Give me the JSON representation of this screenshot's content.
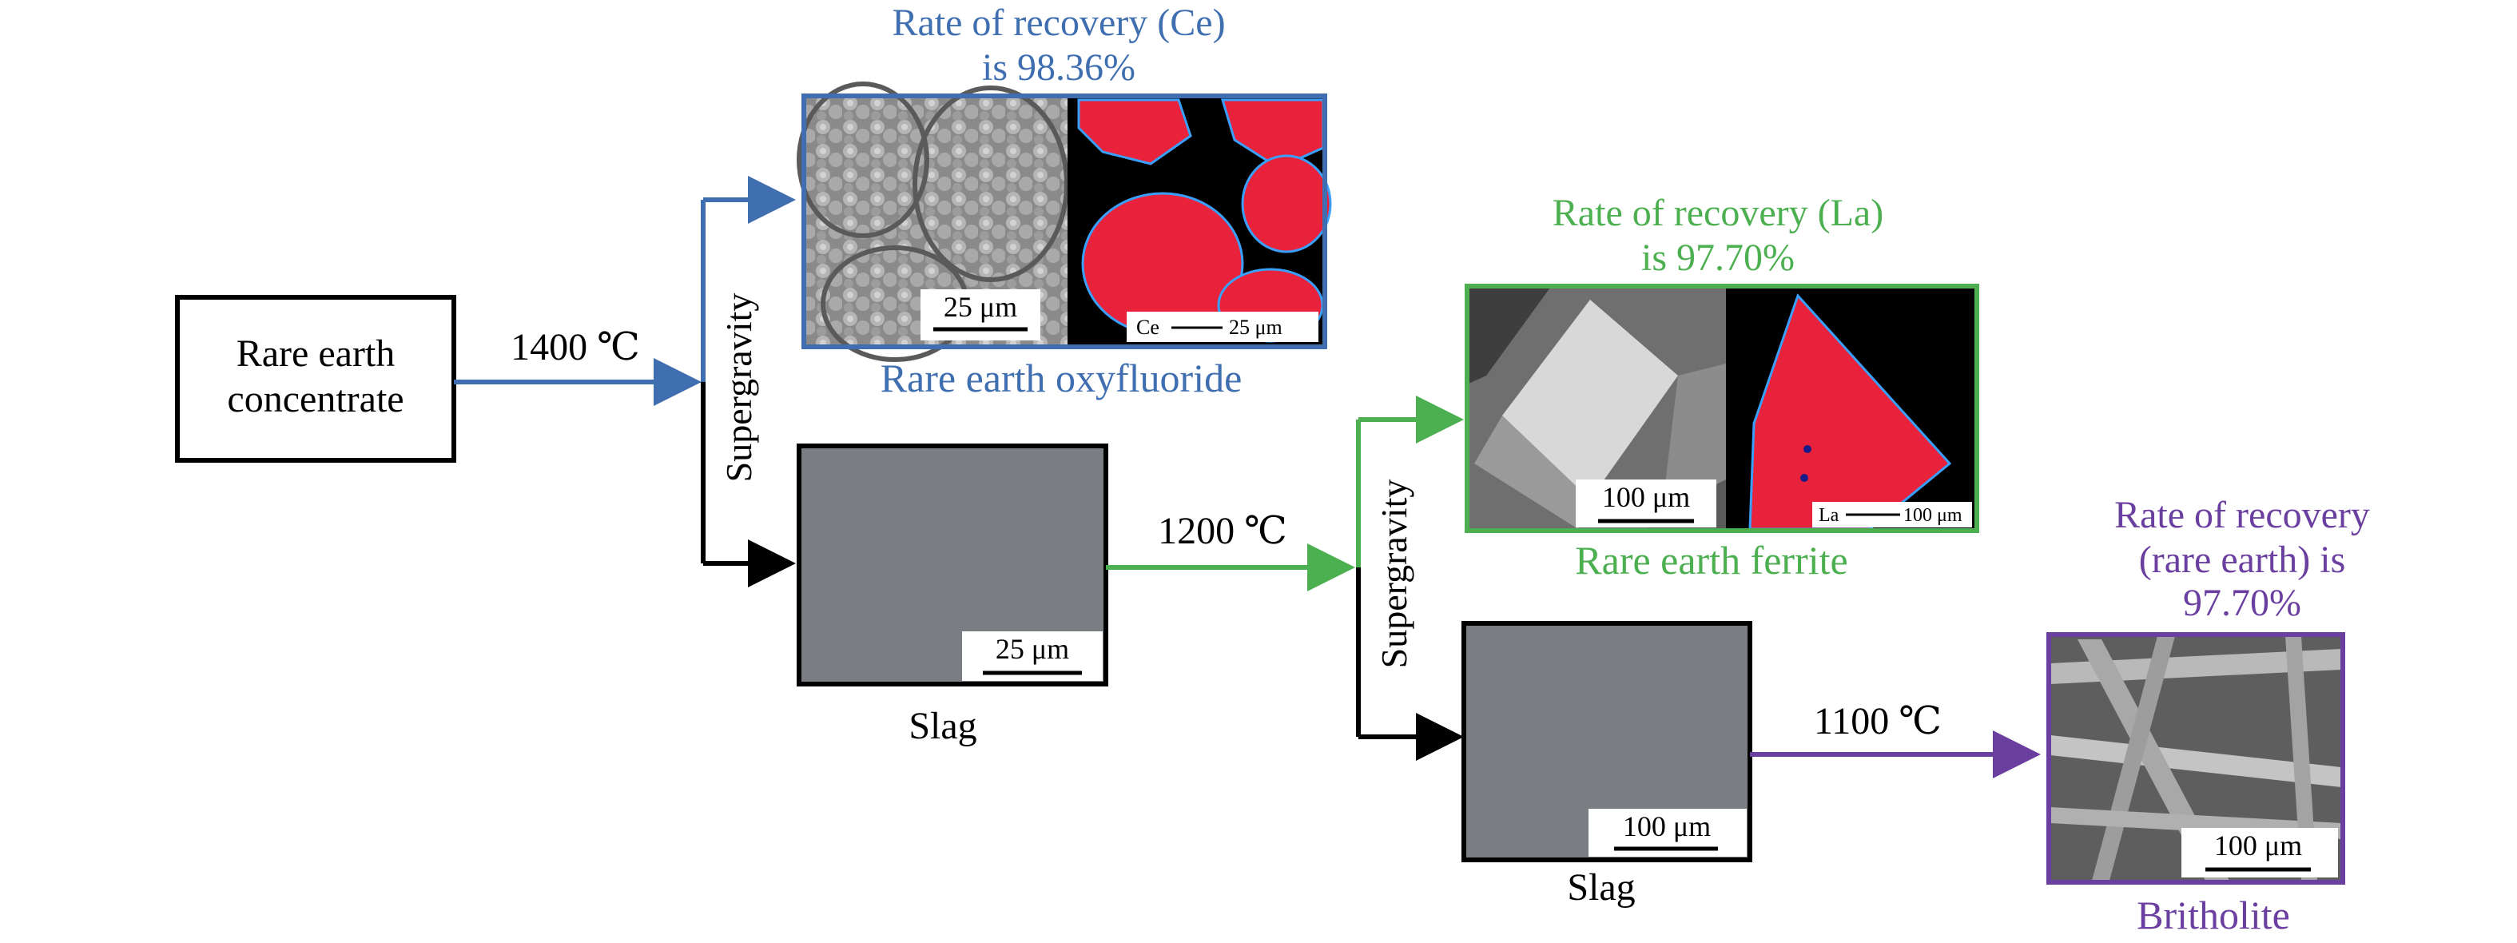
{
  "colors": {
    "ce": "#3f6fb0",
    "la": "#4caf50",
    "re": "#6b3fa0",
    "black": "#000000",
    "map_red": "#e8223a",
    "slag_gray": "#7a7e82"
  },
  "start_box": {
    "line1": "Rare earth",
    "line2": "concentrate"
  },
  "stage1": {
    "temp": "1400 ℃",
    "process": "Supergravity",
    "product": {
      "title_line1": "Rate of recovery (Ce)",
      "title_line2": "is 98.36%",
      "name": "Rare earth oxyfluoride",
      "sem_scale": "25 μm",
      "map_element": "Ce",
      "map_scale": "25 μm"
    },
    "slag": {
      "name": "Slag",
      "scale": "25 μm"
    }
  },
  "stage2": {
    "temp": "1200 ℃",
    "process": "Supergravity",
    "product": {
      "title_line1": "Rate of recovery (La)",
      "title_line2": "is 97.70%",
      "name": "Rare earth ferrite",
      "sem_scale": "100 μm",
      "map_element": "La",
      "map_scale": "100 μm"
    },
    "slag": {
      "name": "Slag",
      "scale": "100 μm"
    }
  },
  "stage3": {
    "temp": "1100 ℃",
    "product": {
      "title_line1": "Rate of recovery",
      "title_line2": "(rare earth) is",
      "title_line3": "97.70%",
      "name": "Britholite",
      "sem_scale": "100 μm"
    }
  }
}
